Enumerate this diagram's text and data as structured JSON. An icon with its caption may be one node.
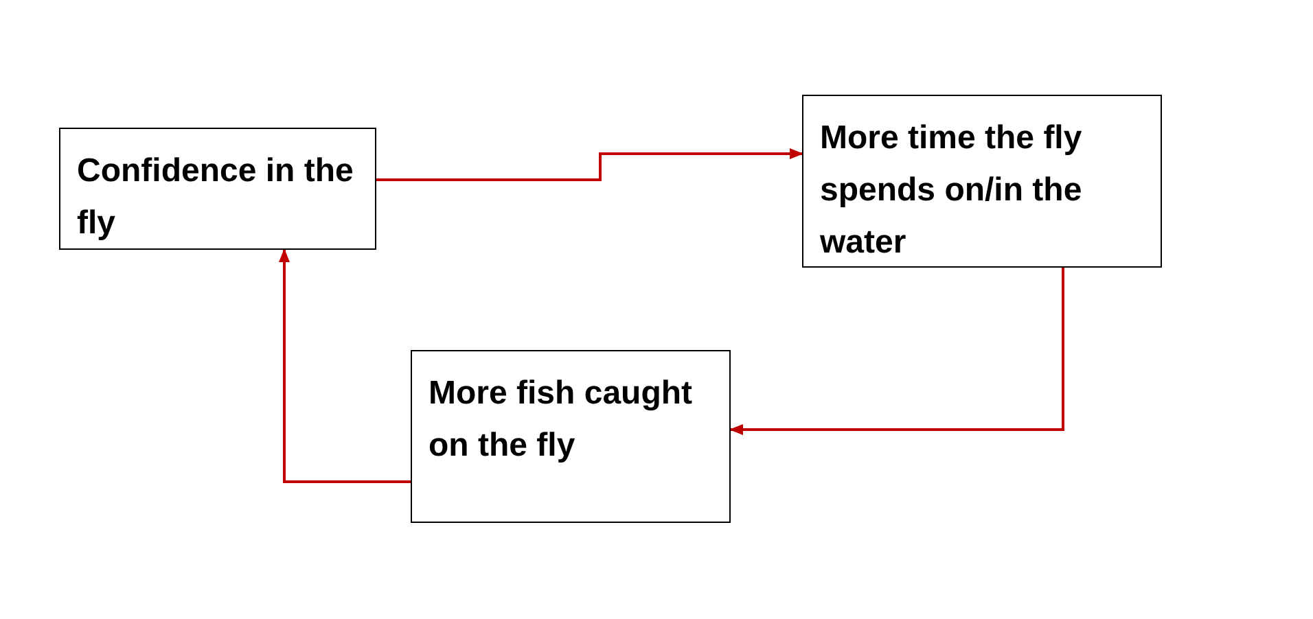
{
  "diagram": {
    "nodes": [
      {
        "text": [
          "Confidence in the fly"
        ]
      },
      {
        "text": [
          "More time the fly spends on/in the water"
        ]
      },
      {
        "text": [
          "More fish caught on the fly"
        ]
      }
    ],
    "edges": [
      {
        "from": 0,
        "to": 1,
        "arrow": "to"
      },
      {
        "from": 1,
        "to": 2,
        "arrow": "to"
      },
      {
        "from": 2,
        "to": 0,
        "arrow": "to"
      }
    ]
  }
}
